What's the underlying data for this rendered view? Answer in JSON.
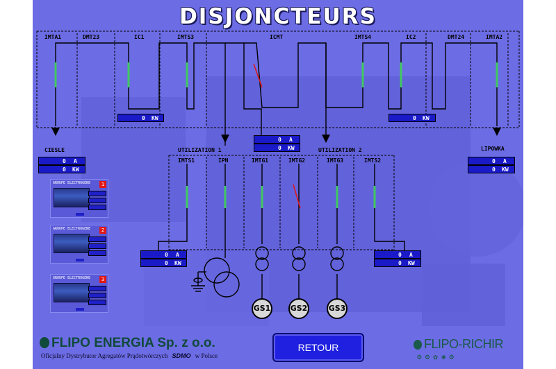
{
  "title": "DISJONCTEURS",
  "breaker_labels": [
    "IMTA1",
    "DMT23",
    "IC1",
    "IMTS3",
    "ICMT",
    "IMTS4",
    "IC2",
    "DMT24",
    "IMTA2"
  ],
  "utilization_labels": [
    "UTILIZATION 1",
    "UTILIZATION 2"
  ],
  "lower_breaker_labels": [
    "IMTS1",
    "IPN",
    "IMTG1",
    "IMTG2",
    "IMTG3",
    "IMTS2"
  ],
  "side_labels": {
    "left": "CIESLE",
    "right": "LIPOWKA"
  },
  "meters": {
    "ic1_kw": {
      "value": "0",
      "unit": "KW"
    },
    "ic2_kw": {
      "value": "0",
      "unit": "KW"
    },
    "center_a": {
      "value": "0",
      "unit": "A"
    },
    "center_kw": {
      "value": "0",
      "unit": "KW"
    },
    "ciesle_a": {
      "value": "0",
      "unit": "A"
    },
    "ciesle_kw": {
      "value": "0",
      "unit": "KW"
    },
    "lipowka_a": {
      "value": "0",
      "unit": "A"
    },
    "lipowka_kw": {
      "value": "0",
      "unit": "KW"
    },
    "util1_a": {
      "value": "0",
      "unit": "A"
    },
    "util1_kw": {
      "value": "0",
      "unit": "KW"
    },
    "util2_a": {
      "value": "0",
      "unit": "A"
    },
    "util2_kw": {
      "value": "0",
      "unit": "KW"
    }
  },
  "generators": [
    "GS1",
    "GS2",
    "GS3"
  ],
  "thumbnails": [
    {
      "title": "GROUPE ELECTROGENE",
      "number": "1"
    },
    {
      "title": "GROUPE ELECTROGENE",
      "number": "2"
    },
    {
      "title": "GROUPE ELECTROGENE",
      "number": "3"
    }
  ],
  "retour_label": "RETOUR",
  "brand_left": "FLIPO ENERGIA Sp. z o.o.",
  "brand_left_sub": "Oficjalny Dystrybutor Agregatów Prądotwórczych",
  "brand_left_sdmo": "SDMO",
  "brand_left_country": "w Polsce",
  "brand_right": "FLIPO-RICHIR",
  "colors": {
    "background": "#6c6ce4",
    "meter": "#1a1ac8",
    "breaker_closed": "#40c860",
    "breaker_open": "#e01818",
    "button": "#2020e0"
  }
}
